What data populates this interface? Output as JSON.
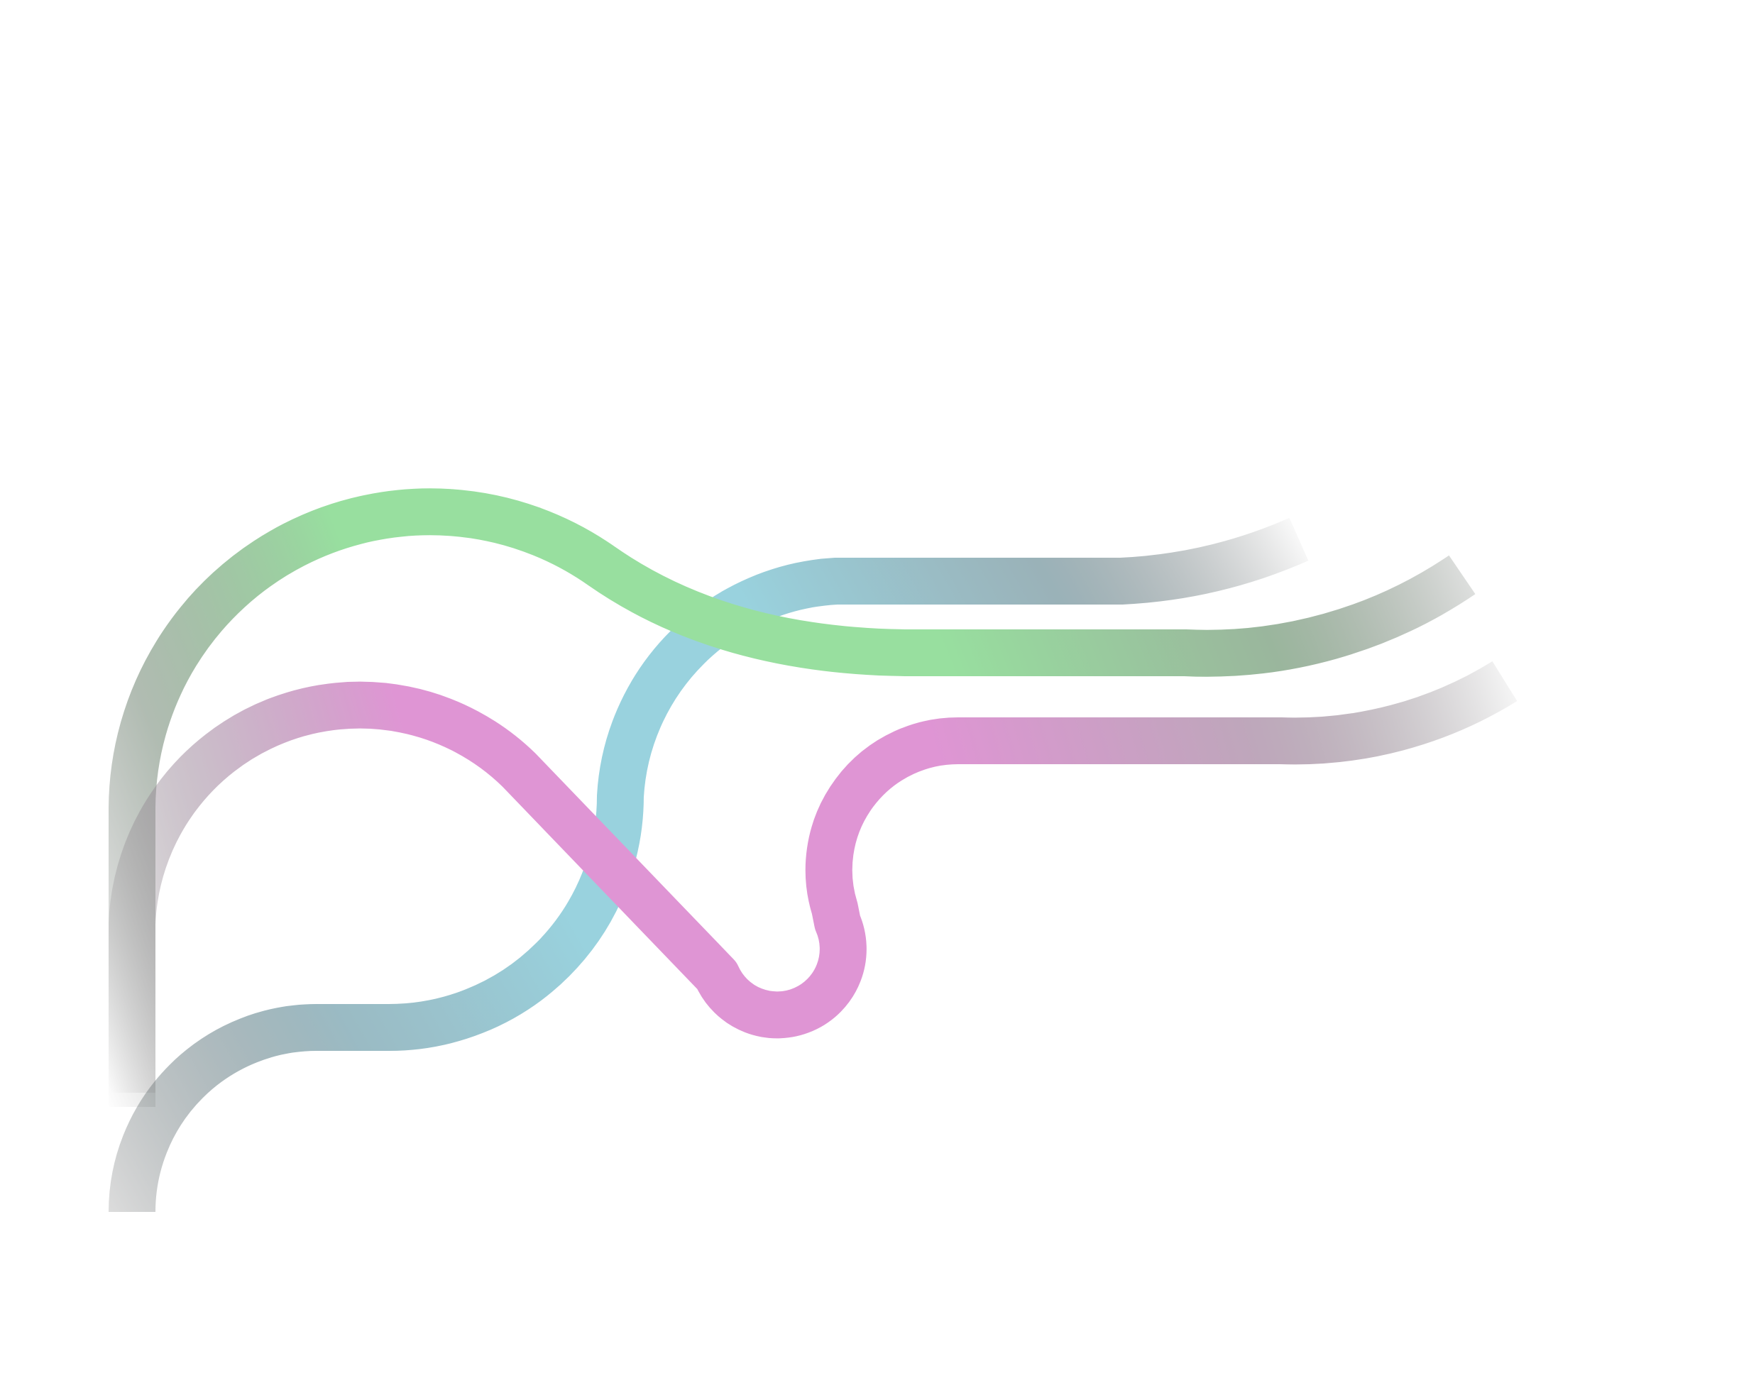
{
  "colors": {
    "background": "#ffffff",
    "green": "#98df9f",
    "blue": "#99d2de",
    "pink": "#df95d4",
    "fade_gray": "#5a5a5a",
    "guide": "#e6e6e6"
  },
  "lines": [
    {
      "id": "green",
      "color_key": "green"
    },
    {
      "id": "blue",
      "color_key": "blue"
    },
    {
      "id": "pink",
      "color_key": "pink"
    }
  ]
}
